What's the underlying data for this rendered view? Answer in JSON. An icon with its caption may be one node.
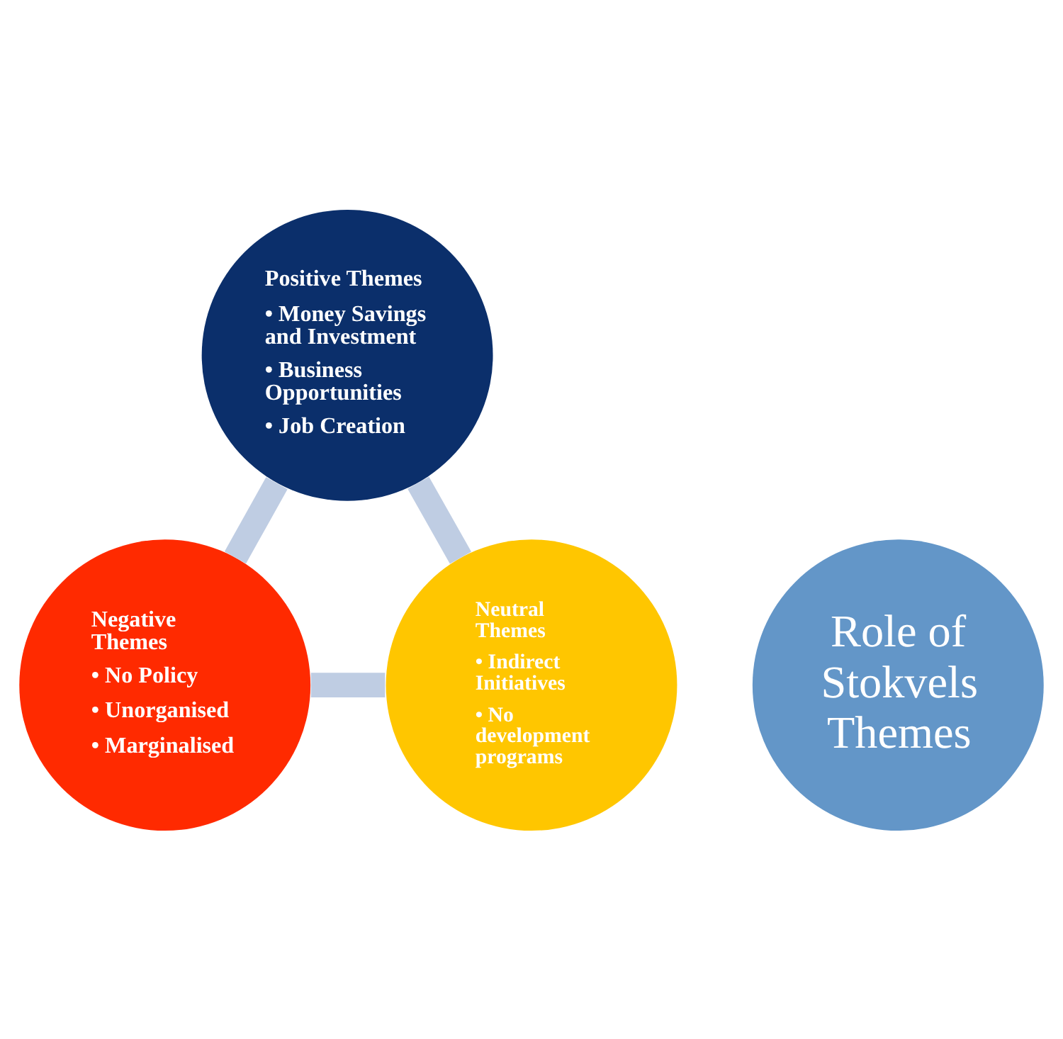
{
  "diagram": {
    "nodes": [
      {
        "text": [
          "Positive Themes",
          "• Money Savings and Investment",
          "• Business Opportunities",
          "• Job Creation"
        ]
      },
      {
        "text": [
          "Role of Stokvels Themes"
        ]
      },
      {
        "text": [
          "Neutral Themes",
          "• Indirect Initiatives",
          "• No development programs"
        ]
      },
      {
        "text": [
          "Negative Themes",
          "• No Policy",
          "• Unorganised",
          "• Marginalised"
        ]
      }
    ],
    "edges": [
      {
        "from": 0,
        "to": 3,
        "arrow": "none"
      },
      {
        "from": 3,
        "to": 2,
        "arrow": "none"
      },
      {
        "from": 2,
        "to": 0,
        "arrow": "none"
      }
    ]
  }
}
